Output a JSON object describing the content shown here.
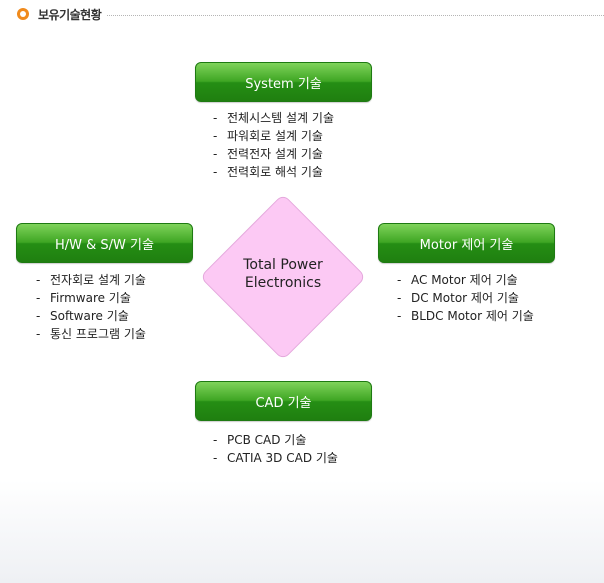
{
  "header": {
    "title": "보유기술현황"
  },
  "center": {
    "line1": "Total Power",
    "line2": "Electronics"
  },
  "categories": {
    "system": {
      "label": "System 기술",
      "items": [
        "전체시스템 설계 기술",
        "파워회로 설계 기술",
        "전력전자 설계 기술",
        "전력회로 해석 기술"
      ]
    },
    "hwsw": {
      "label": "H/W & S/W 기술",
      "items": [
        "전자회로 설계 기술",
        "Firmware 기술",
        "Software 기술",
        "통신 프로그램 기술"
      ]
    },
    "motor": {
      "label": "Motor 제어 기술",
      "items": [
        "AC Motor 제어 기술",
        "DC Motor 제어 기술",
        "BLDC Motor 제어 기술"
      ]
    },
    "cad": {
      "label": "CAD 기술",
      "items": [
        "PCB CAD 기술",
        "CATIA 3D CAD 기술"
      ]
    }
  },
  "colors": {
    "bullet": "#f08a1c",
    "box_green": "#2c9a1a",
    "diamond_pink": "#fcc9f4"
  }
}
